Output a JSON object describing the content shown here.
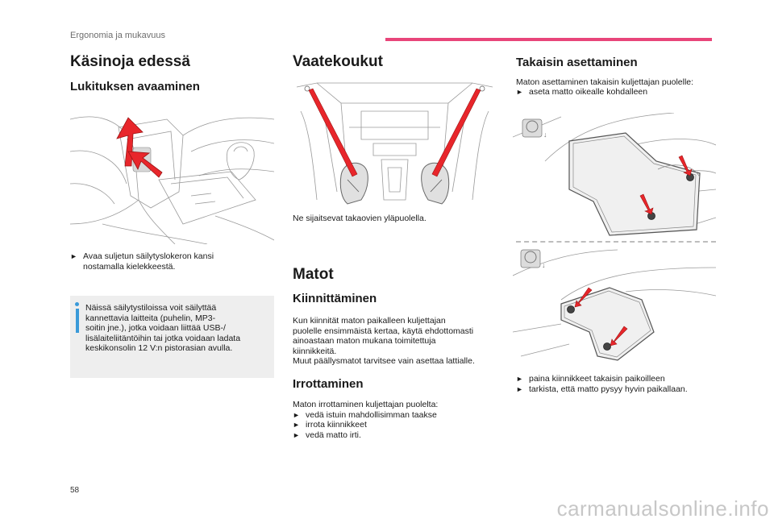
{
  "header": {
    "section_label": "Ergonomia ja mukavuus",
    "accent_color": "#e8457a"
  },
  "col1": {
    "title": "Käsinoja edessä",
    "subtitle": "Lukituksen avaaminen",
    "bullet_1_line_1": "Avaa suljetun säilytyslokeron kansi",
    "bullet_1_line_2": "nostamalla kielekkeestä.",
    "info_lines": [
      "Näissä säilytystiloissa voit säilyttää",
      "kannettavia laitteita (puhelin, MP3-",
      "soitin jne.), jotka voidaan liittää USB-/",
      "lisälaiteliitäntöihin tai jotka voidaan ladata",
      "keskikonsolin 12 V:n pistorasian avulla."
    ]
  },
  "col2": {
    "title_1": "Vaatekoukut",
    "caption_1": "Ne sijaitsevat takaovien yläpuolella.",
    "title_2": "Matot",
    "subtitle_1": "Kiinnittäminen",
    "fix_lines": [
      "Kun kiinnität maton paikalleen kuljettajan",
      "puolelle ensimmäistä kertaa, käytä ehdottomasti",
      "ainoastaan maton mukana toimitettuja",
      "kiinnikkeitä.",
      "Muut päällysmatot tarvitsee vain asettaa lattialle."
    ],
    "subtitle_2": "Irrottaminen",
    "remove_intro": "Maton irrottaminen kuljettajan puolelta:",
    "remove_steps": [
      "vedä istuin mahdollisimman taakse",
      "irrota kiinnikkeet",
      "vedä matto irti."
    ]
  },
  "col3": {
    "title": "Takaisin asettaminen",
    "intro": "Maton asettaminen takaisin kuljettajan puolelle:",
    "step_1": "aseta matto oikealle kohdalleen",
    "final_steps": [
      "paina kiinnikkeet takaisin paikoilleen",
      "tarkista, että matto pysyy hyvin paikallaan."
    ]
  },
  "bullet_mark": "",
  "footer": {
    "page_number": "58",
    "watermark": "carmanualsonline.info"
  }
}
